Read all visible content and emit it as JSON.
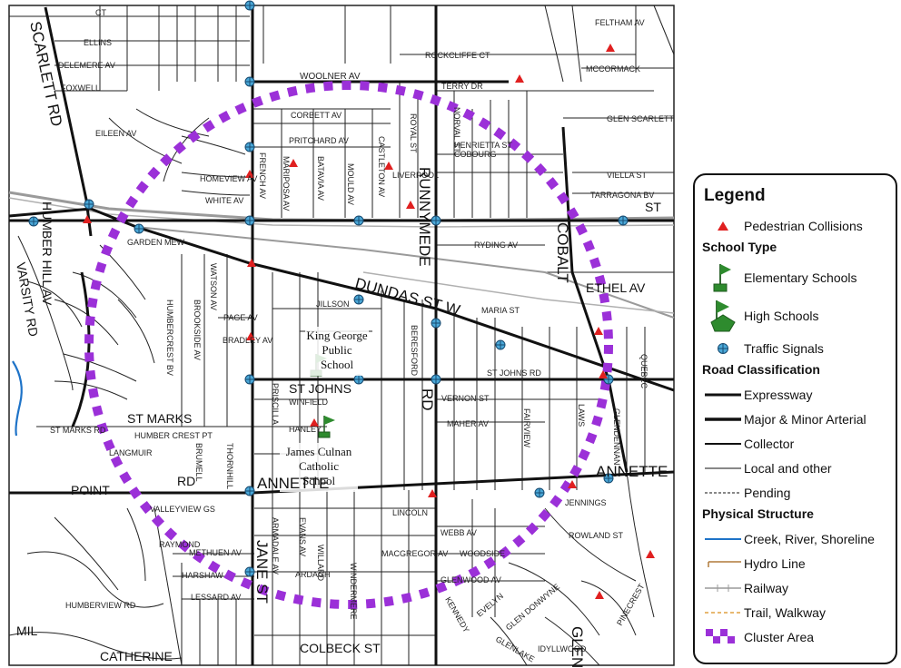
{
  "map": {
    "roads": {
      "scarlett_rd": "SCARLETT RD",
      "humber_hill_av": "HUMBER HILL AV",
      "varsity_rd": "VARSITY RD",
      "woolner_av": "WOOLNER AV",
      "dundas_st_w": "DUNDAS ST W",
      "runnymede": "RUNNYMEDE",
      "runnymede_rd": "RD",
      "jane_st": "JANE ST",
      "annette": "ANNETTE",
      "annette_left": "ANNETTE",
      "st_johns_rd": "ST JOHNS",
      "st_johns_rd2": "ST JOHNS RD",
      "st_marks_rd": "ST MARKS",
      "cobalt": "COBALT",
      "glenn": "GLEN",
      "colbeck_st": "COLBECK ST",
      "catherine": "CATHERINE",
      "ellins": "ELLINS",
      "delemere_av": "DELEMERE AV",
      "foxwell": "FOXWELL",
      "ct": "CT",
      "rockcliffe_ct": "ROCKCLIFFE CT",
      "terry_dr": "TERRY DR",
      "feltham_av": "FELTHAM AV",
      "mccormack": "MCCORMACK",
      "glen_scarlett": "GLEN SCARLETT",
      "corbett_av": "CORBETT AV",
      "pritchard_av": "PRITCHARD AV",
      "eileen_av": "EILEEN AV",
      "viella_st": "VIELLA ST",
      "tarragona_bv": "TARRAGONA BV",
      "st_label": "ST",
      "henrietta_st": "HENRIETTA ST",
      "cobourg": "COBOURG",
      "ryding_av": "RYDING AV",
      "ethel_av": "ETHEL AV",
      "maria_st": "MARIA ST",
      "jillson": "JILLSON",
      "vernon_st": "VERNON ST",
      "maher_av": "MAHER AV",
      "webb_av": "WEBB AV",
      "woodside": "WOODSIDE",
      "macgregor_av": "MACGREGOR AV",
      "glenwood_av": "GLENWOOD AV",
      "jennings": "JENNINGS",
      "rowland_st": "ROWLAND ST",
      "lessard_av": "LESSARD AV",
      "harshaw": "HARSHAW",
      "methuen_av": "METHUEN AV",
      "humberview_rd": "HUMBERVIEW RD",
      "point": "POINT",
      "rd": "RD",
      "mile_rd": "MIL",
      "st_marks_rd_left": "ST MARKS RD",
      "humber_crest_pt": "HUMBER CREST PT",
      "langmuir": "LANGMUIR",
      "valleyview_gs": "VALLEYVIEW GS",
      "raymond": "RAYMOND",
      "garden_mew": "GARDEN MEW",
      "page_av": "PAGE AV",
      "bradley_av": "BRADLEY AV",
      "winfield": "WINFIELD",
      "hanley": "HANLEY",
      "homeview_av": "HOMEVIEW AV",
      "white_av": "WHITE AV",
      "liverpool": "LIVERPOOL",
      "ardagh": "ARDAGH",
      "lincoln": "LINCOLN",
      "kennedy": "KENNEDY",
      "evelyn": "EVELYN",
      "glen_donwyn": "GLEN DONWYNE",
      "pinecrest": "PINECREST",
      "idyllwood": "IDYLLWOOD",
      "glenlake": "GLENLAKE",
      "armadale_av": "ARMADALE AV",
      "evans_av": "EVANS AV",
      "willard": "WILLARD",
      "windermere": "WINDERMERE",
      "beresford": "BERESFORD",
      "fairview": "FAIRVIEW",
      "laws": "LAWS",
      "glendennan": "GLENDENNAN",
      "quebec": "QUEBEC",
      "castleton_av": "CASTLETON AV",
      "french_av": "FRENCH AV",
      "mariposa_av": "MARIPOSA AV",
      "batavia_av": "BATAVIA AV",
      "mould_av": "MOULD AV",
      "royal_st": "ROYAL ST",
      "norval_st": "NORVAL ST",
      "brumell": "BRUMELL",
      "thornhill": "THORNHILL",
      "watson_av": "WATSON AV",
      "brookside_av": "BROOKSIDE AV",
      "humbercrest_bv": "HUMBERCREST BV",
      "priscilla": "PRISCILLA",
      "cr": "CR",
      "av": "AV"
    },
    "schools": {
      "king_george": [
        "King George",
        "Public",
        "School"
      ],
      "james_culnan": [
        "James Culnan",
        "Catholic",
        "School"
      ]
    }
  },
  "legend": {
    "title": "Legend",
    "items": {
      "pedestrian": "Pedestrian Collisions",
      "school_type": "School Type",
      "elementary": "Elementary Schools",
      "high": "High Schools",
      "signals": "Traffic Signals",
      "road_class": "Road Classification",
      "expressway": "Expressway",
      "arterial": "Major & Minor Arterial",
      "collector": "Collector",
      "local": "Local and other",
      "pending": "Pending",
      "physical": "Physical Structure",
      "creek": "Creek, River, Shoreline",
      "hydro": "Hydro Line",
      "railway": "Railway",
      "trail": "Trail, Walkway",
      "cluster": "Cluster Area"
    }
  },
  "colors": {
    "road_major": "#111111",
    "road_local": "#222222",
    "railway": "#9a9a9a",
    "creek": "#1e73c8",
    "collision": "#e02020",
    "signal": "#4aa8d8",
    "school": "#2e8b2e",
    "cluster": "#9b30d8",
    "hydro": "#b07a3a",
    "trail": "#e0a040"
  }
}
